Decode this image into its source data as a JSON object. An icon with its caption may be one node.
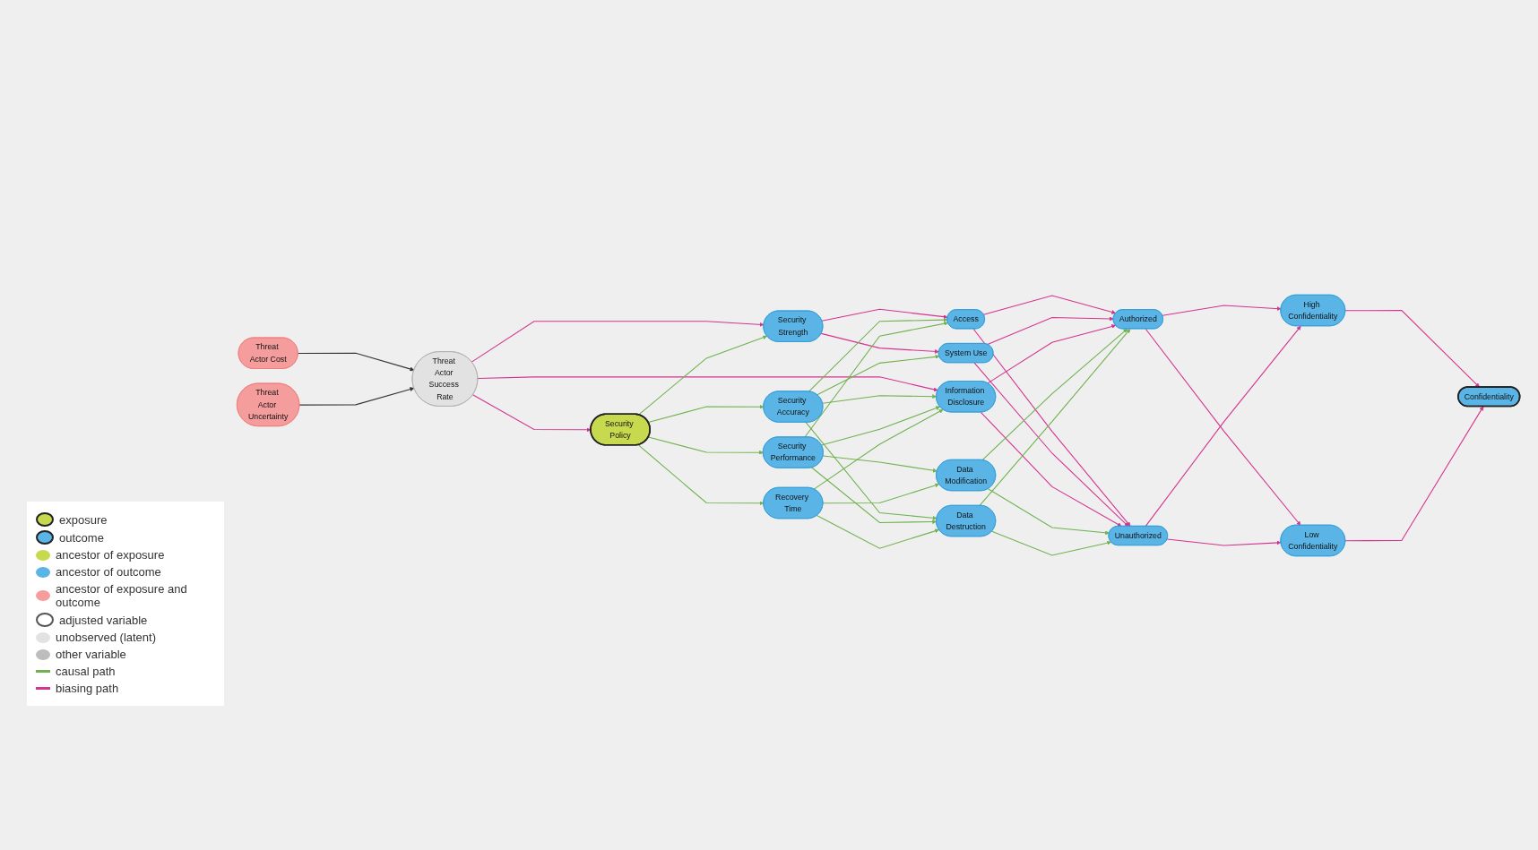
{
  "diagram": {
    "nodes": [
      {
        "text": [
          "Threat Actor Cost"
        ]
      },
      {
        "text": [
          "Threat Actor Success Rate"
        ]
      },
      {
        "text": [
          "Threat Actor Uncertainty"
        ]
      },
      {
        "text": [
          "Security Policy"
        ]
      },
      {
        "text": [
          "Security Strength"
        ]
      },
      {
        "text": [
          "Security Accuracy"
        ]
      },
      {
        "text": [
          "Security Performance"
        ]
      },
      {
        "text": [
          "Recovery Time"
        ]
      },
      {
        "text": [
          "Access"
        ]
      },
      {
        "text": [
          "System Use"
        ]
      },
      {
        "text": [
          "Information Disclosure"
        ]
      },
      {
        "text": [
          "Data Modification"
        ]
      },
      {
        "text": [
          "Data Destruction"
        ]
      },
      {
        "text": [
          "Authorized"
        ]
      },
      {
        "text": [
          "Unauthorized"
        ]
      },
      {
        "text": [
          "High Confidentiality"
        ]
      },
      {
        "text": [
          "Low Confidentiality"
        ]
      },
      {
        "text": [
          "Confidentiality"
        ]
      }
    ],
    "edges": [
      {
        "from": 0,
        "to": 1,
        "arrow": "to",
        "color": "#333333"
      },
      {
        "from": 2,
        "to": 1,
        "arrow": "to",
        "color": "#333333"
      },
      {
        "from": 1,
        "to": 3,
        "arrow": "to",
        "color": "#d6338f"
      },
      {
        "from": 1,
        "to": 4,
        "arrow": "to",
        "color": "#d6338f"
      },
      {
        "from": 1,
        "to": 10,
        "arrow": "to",
        "color": "#d6338f"
      },
      {
        "from": 3,
        "to": 4,
        "arrow": "to"
      },
      {
        "from": 3,
        "to": 5,
        "arrow": "to"
      },
      {
        "from": 3,
        "to": 6,
        "arrow": "to"
      },
      {
        "from": 3,
        "to": 7,
        "arrow": "to"
      },
      {
        "from": 4,
        "to": 8,
        "arrow": "to",
        "color": "#d6338f"
      },
      {
        "from": 4,
        "to": 9,
        "arrow": "to",
        "color": "#d6338f"
      },
      {
        "from": 5,
        "to": 8,
        "arrow": "to"
      },
      {
        "from": 5,
        "to": 9,
        "arrow": "to"
      },
      {
        "from": 5,
        "to": 10,
        "arrow": "to"
      },
      {
        "from": 5,
        "to": 12,
        "arrow": "to"
      },
      {
        "from": 6,
        "to": 8,
        "arrow": "to"
      },
      {
        "from": 6,
        "to": 10,
        "arrow": "to"
      },
      {
        "from": 6,
        "to": 11,
        "arrow": "to"
      },
      {
        "from": 6,
        "to": 12,
        "arrow": "to"
      },
      {
        "from": 7,
        "to": 10,
        "arrow": "to"
      },
      {
        "from": 7,
        "to": 11,
        "arrow": "to"
      },
      {
        "from": 7,
        "to": 12,
        "arrow": "to"
      },
      {
        "from": 8,
        "to": 13,
        "arrow": "to",
        "color": "#d6338f"
      },
      {
        "from": 8,
        "to": 14,
        "arrow": "to",
        "color": "#d6338f"
      },
      {
        "from": 9,
        "to": 13,
        "arrow": "to",
        "color": "#d6338f"
      },
      {
        "from": 9,
        "to": 14,
        "arrow": "to",
        "color": "#d6338f"
      },
      {
        "from": 10,
        "to": 13,
        "arrow": "to",
        "color": "#d6338f"
      },
      {
        "from": 10,
        "to": 14,
        "arrow": "to",
        "color": "#d6338f"
      },
      {
        "from": 11,
        "to": 13,
        "arrow": "to"
      },
      {
        "from": 11,
        "to": 14,
        "arrow": "to"
      },
      {
        "from": 12,
        "to": 13,
        "arrow": "to"
      },
      {
        "from": 12,
        "to": 14,
        "arrow": "to"
      },
      {
        "from": 13,
        "to": 15,
        "arrow": "to",
        "color": "#d6338f"
      },
      {
        "from": 13,
        "to": 16,
        "arrow": "to",
        "color": "#d6338f"
      },
      {
        "from": 14,
        "to": 15,
        "arrow": "to",
        "color": "#d6338f"
      },
      {
        "from": 14,
        "to": 16,
        "arrow": "to",
        "color": "#d6338f"
      },
      {
        "from": 15,
        "to": 17,
        "arrow": "to",
        "color": "#d6338f"
      },
      {
        "from": 16,
        "to": 17,
        "arrow": "to",
        "color": "#d6338f"
      }
    ],
    "legend": [
      {
        "text": "exposure"
      },
      {
        "text": "outcome"
      },
      {
        "text": "ancestor of exposure",
        "color": "#c6d94f"
      },
      {
        "text": "ancestor of outcome",
        "color": "#5ab4e5"
      },
      {
        "text": "ancestor of exposure and outcome",
        "color": "#f59c9c"
      },
      {
        "text": "adjusted variable"
      },
      {
        "text": "unobserved (latent)",
        "color": "#e2e2e2"
      },
      {
        "text": "other variable",
        "color": "#bdbdbd"
      },
      {
        "text": "causal path"
      },
      {
        "text": "biasing path"
      }
    ]
  }
}
